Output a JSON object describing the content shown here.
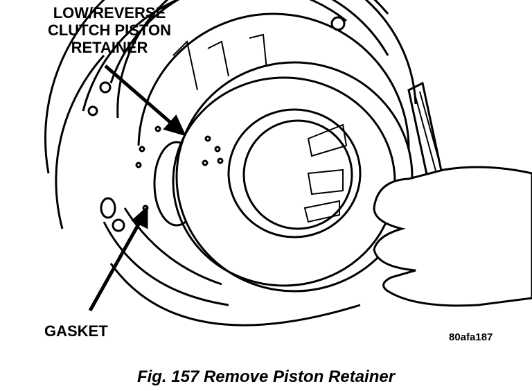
{
  "labels": {
    "retainer_line1": "LOW/REVERSE",
    "retainer_line2": "CLUTCH PISTON",
    "retainer_line3": "RETAINER",
    "gasket": "GASKET"
  },
  "figure_id": "80afa187",
  "caption": "Fig. 157 Remove Piston Retainer"
}
